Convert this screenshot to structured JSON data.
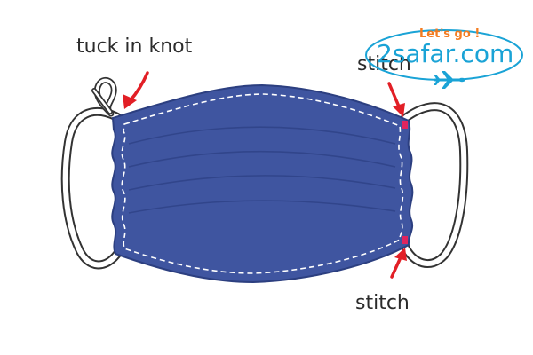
{
  "diagram": {
    "labels": {
      "knot": "tuck in knot",
      "stitch_top": "stitch",
      "stitch_bottom": "stitch"
    },
    "colors": {
      "mask_fill": "#3f55a0",
      "mask_outline": "#2c3f80",
      "seam": "#ffffff",
      "ear_loop": "#ffffff",
      "loop_outline": "#333333",
      "arrow": "#e21f26",
      "stitch_mark": "#e0245e",
      "text": "#2b2b2b"
    },
    "icons": [
      "red-arrow-icon",
      "airplane-icon"
    ]
  },
  "watermark": {
    "tagline": "Let's go !",
    "brand": "2safar.com",
    "colors": {
      "tagline": "#f47c20",
      "brand": "#1aa3d6",
      "swoosh": "#1aa3d6"
    }
  }
}
